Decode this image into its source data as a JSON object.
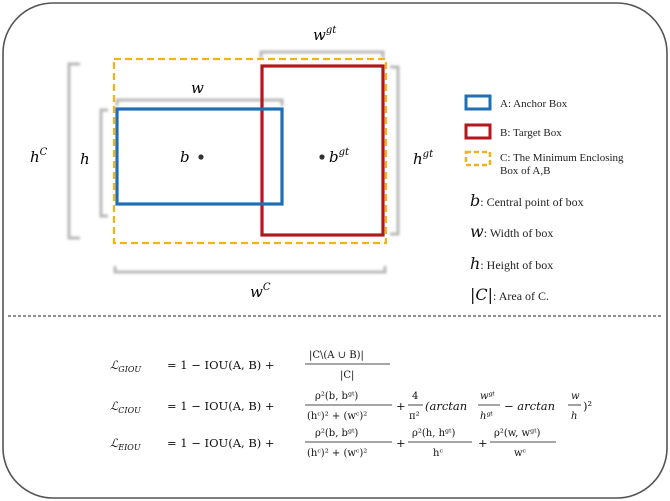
{
  "colors": {
    "anchor": "#1f6fb5",
    "target": "#b3161c",
    "enclosing": "#f2b21b",
    "bracket": "#b8b8b8",
    "frame": "#555555"
  },
  "labels": {
    "w": "w",
    "h": "h",
    "b": "b",
    "wgt": "w",
    "wgt_sup": "gt",
    "hgt": "h",
    "hgt_sup": "gt",
    "bgt": "b",
    "bgt_sup": "gt",
    "hC": "h",
    "hC_sup": "C",
    "wC": "w",
    "wC_sup": "C"
  },
  "legend": [
    {
      "key": "anchor",
      "text": "A: Anchor Box"
    },
    {
      "key": "target",
      "text": "B: Target Box"
    },
    {
      "key": "enclosing",
      "text": "C: The Minimum Enclosing",
      "text2": "Box of A,B"
    }
  ],
  "definitions": [
    {
      "symbol": "b",
      "text": ": Central point of box"
    },
    {
      "symbol": "w",
      "text": ": Width of box"
    },
    {
      "symbol": "h",
      "text": ": Height of box"
    },
    {
      "symbol": "|C|",
      "text": ": Area of C."
    }
  ],
  "formulas": {
    "giou": {
      "lhs": "ℒ",
      "lhs_sub": "GIOU",
      "rhs_start": "= 1 − IOU(A, B) +",
      "frac1_num": "|C\\(A ∪ B)|",
      "frac1_den": "|C|"
    },
    "ciou": {
      "lhs": "ℒ",
      "lhs_sub": "CIOU",
      "rhs_start": "= 1 − IOU(A, B) +",
      "frac1_num": "ρ²(b, bᵍᵗ)",
      "frac1_den": "(hᶜ)² + (wᶜ)²",
      "plus": "+",
      "frac2_num": "4",
      "frac2_den": "π²",
      "arctan1": "(arctan",
      "frac3_num": "wᵍᵗ",
      "frac3_den": "hᵍᵗ",
      "minus": "− arctan",
      "frac4_num": "w",
      "frac4_den": "h",
      "close": ")²"
    },
    "eiou": {
      "lhs": "ℒ",
      "lhs_sub": "EIOU",
      "rhs_start": "= 1 − IOU(A, B) +",
      "frac1_num": "ρ²(b, bᵍᵗ)",
      "frac1_den": "(hᶜ)² + (wᶜ)²",
      "plus1": "+",
      "frac2_num": "ρ²(h, hᵍᵗ)",
      "frac2_den": "hᶜ",
      "plus2": "+",
      "frac3_num": "ρ²(w, wᵍᵗ)",
      "frac3_den": "wᶜ"
    }
  }
}
